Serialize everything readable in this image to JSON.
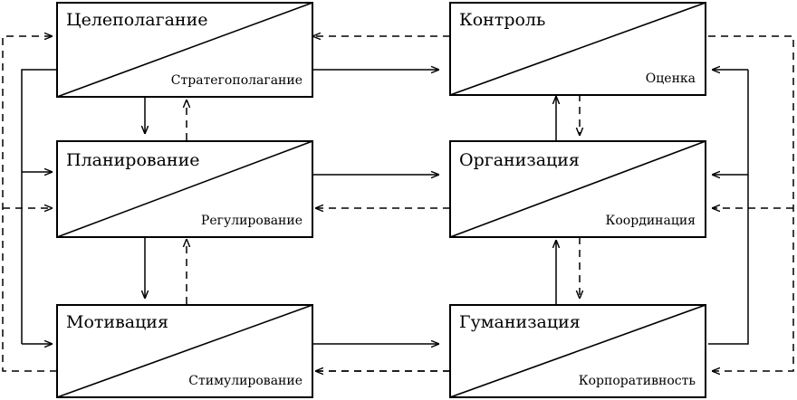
{
  "blocks": {
    "goal": {
      "title": "Целеполагание",
      "subtitle": "Стратегополагание"
    },
    "control": {
      "title": "Контроль",
      "subtitle": "Оценка"
    },
    "plan": {
      "title": "Планирование",
      "subtitle": "Регулирование"
    },
    "org": {
      "title": "Организация",
      "subtitle": "Координация"
    },
    "motiv": {
      "title": "Мотивация",
      "subtitle": "Стимулирование"
    },
    "human": {
      "title": "Гуманизация",
      "subtitle": "Корпоративность"
    }
  }
}
